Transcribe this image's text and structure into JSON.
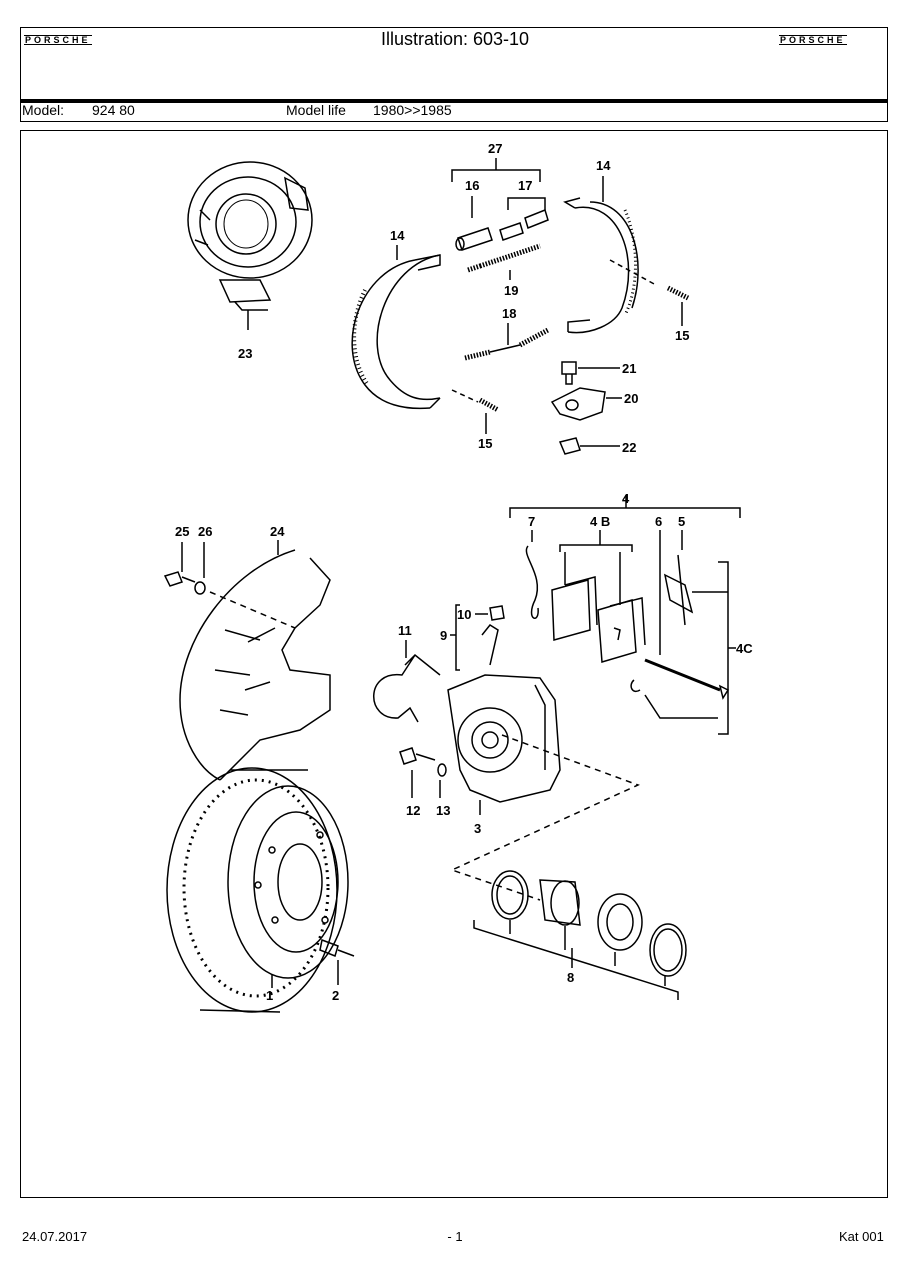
{
  "header": {
    "brand_left": "PORSCHE",
    "brand_right": "PORSCHE",
    "title": "Illustration: 603-10"
  },
  "model": {
    "label": "Model:",
    "value": "924 80",
    "life_label": "Model life",
    "life_value": "1980>>1985"
  },
  "callouts": {
    "c27": "27",
    "c16": "16",
    "c17": "17",
    "c14a": "14",
    "c14b": "14",
    "c19": "19",
    "c18": "18",
    "c15a": "15",
    "c15b": "15",
    "c23": "23",
    "c21": "21",
    "c20": "20",
    "c22": "22",
    "c4": "4",
    "c7": "7",
    "c4B": "4 B",
    "c6": "6",
    "c5": "5",
    "c4C": "4C",
    "c25": "25",
    "c26": "26",
    "c24": "24",
    "c10": "10",
    "c9": "9",
    "c11": "11",
    "c12": "12",
    "c13": "13",
    "c3": "3",
    "c8": "8",
    "c1": "1",
    "c2": "2"
  },
  "footer": {
    "date": "24.07.2017",
    "page": "- 1",
    "catalog": "Kat 001"
  }
}
